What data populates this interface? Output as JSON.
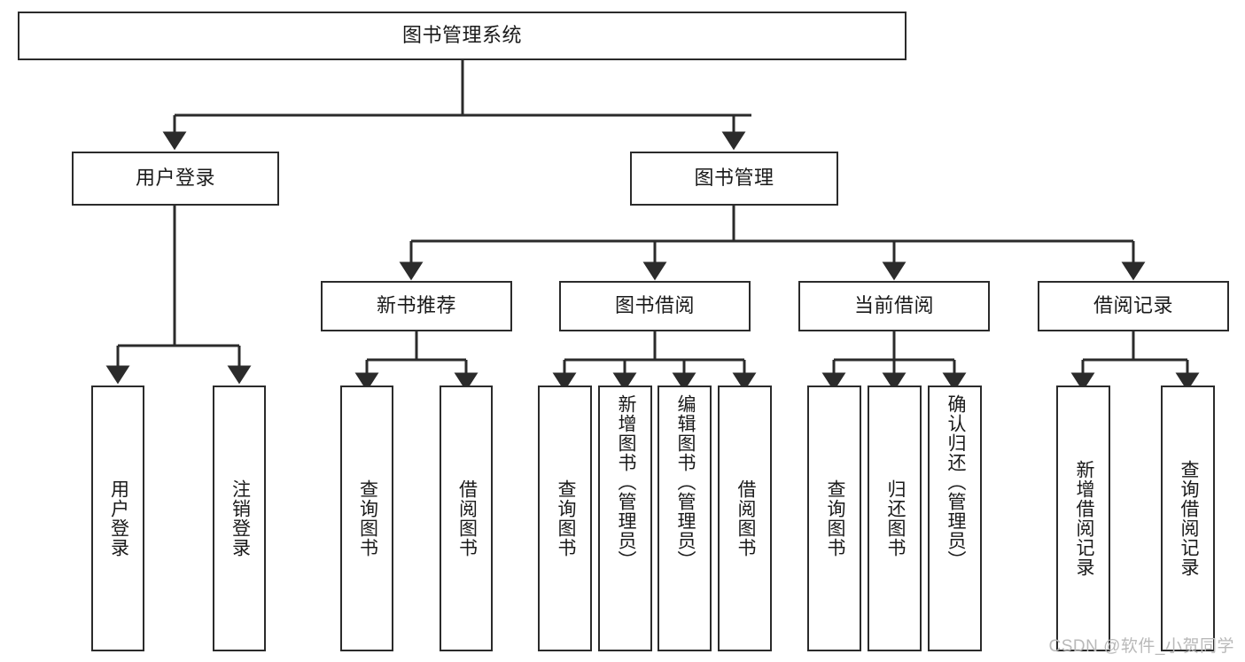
{
  "diagram": {
    "type": "tree",
    "title": "图书管理系统",
    "orientation": "top-down",
    "colors": {
      "box_border": "#2b2b2b",
      "box_fill": "#ffffff",
      "connector": "#2b2b2b",
      "text": "#1a1a1a",
      "watermark": "#b9b9b9",
      "background": "#ffffff"
    }
  },
  "root": {
    "label": "图书管理系统"
  },
  "level2": [
    {
      "label": "用户登录"
    },
    {
      "label": "图书管理"
    }
  ],
  "level3": [
    {
      "label": "新书推荐"
    },
    {
      "label": "图书借阅"
    },
    {
      "label": "当前借阅"
    },
    {
      "label": "借阅记录"
    }
  ],
  "leaves": {
    "user_login": [
      {
        "label": "用户登录"
      },
      {
        "label": "注销登录"
      }
    ],
    "new_book_recommend": [
      {
        "label": "查询图书"
      },
      {
        "label": "借阅图书"
      }
    ],
    "book_borrow": [
      {
        "label": "查询图书"
      },
      {
        "label": "新增图书（管理员）"
      },
      {
        "label": "编辑图书（管理员）"
      },
      {
        "label": "借阅图书"
      }
    ],
    "current_borrow": [
      {
        "label": "查询图书"
      },
      {
        "label": "归还图书"
      },
      {
        "label": "确认归还（管理员）"
      }
    ],
    "borrow_record": [
      {
        "label": "新增借阅记录"
      },
      {
        "label": "查询借阅记录"
      }
    ]
  },
  "watermark": {
    "text": "CSDN @软件_小贺同学"
  }
}
